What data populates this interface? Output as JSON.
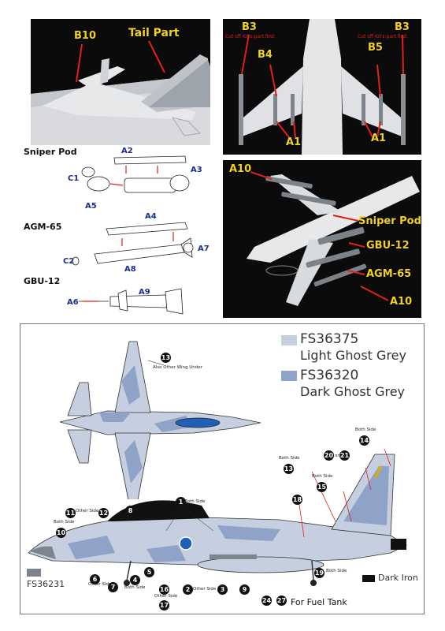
{
  "photo1": {
    "label_b10": "B10",
    "label_tail": "Tail Part"
  },
  "photo2": {
    "b3_left": "B3",
    "b3_right": "B3",
    "cut_left": "Cut off Kit's part first",
    "cut_right": "Cut off Kit's part first",
    "b4": "B4",
    "b5": "B5",
    "a1_left": "A1",
    "a1_right": "A1"
  },
  "instructions": {
    "sniper_title": "Sniper Pod",
    "agm_title": "AGM-65",
    "gbu_title": "GBU-12",
    "parts": {
      "a2": "A2",
      "a3": "A3",
      "c1": "C1",
      "a5": "A5",
      "a4": "A4",
      "a7": "A7",
      "c2": "C2",
      "a8": "A8",
      "a9": "A9",
      "a6": "A6"
    }
  },
  "photo3": {
    "a10_top": "A10",
    "sniper": "Sniper Pod",
    "gbu": "GBU-12",
    "agm": "AGM-65",
    "a10_bottom": "A10"
  },
  "legend": [
    {
      "code": "FS36375",
      "name": "Light Ghost Grey",
      "color": "#c6cfe0"
    },
    {
      "code": "FS36320",
      "name": "Dark Ghost Grey",
      "color": "#8fa3c8"
    }
  ],
  "fs36231": {
    "code": "FS36231",
    "color": "#7c858e"
  },
  "dark_iron": {
    "label": "Dark Iron",
    "color": "#111111"
  },
  "notes": {
    "also_other_wing": "Also Other Wing Under",
    "both_side": "Both Side",
    "other_side": "Other Side",
    "or": "or",
    "for_fuel_tank": "For Fuel Tank"
  },
  "decal_numbers": [
    "1",
    "2",
    "3",
    "4",
    "5",
    "6",
    "7",
    "8",
    "9",
    "10",
    "11",
    "12",
    "13",
    "14",
    "15",
    "16",
    "17",
    "18",
    "19",
    "20",
    "21",
    "24",
    "27"
  ]
}
